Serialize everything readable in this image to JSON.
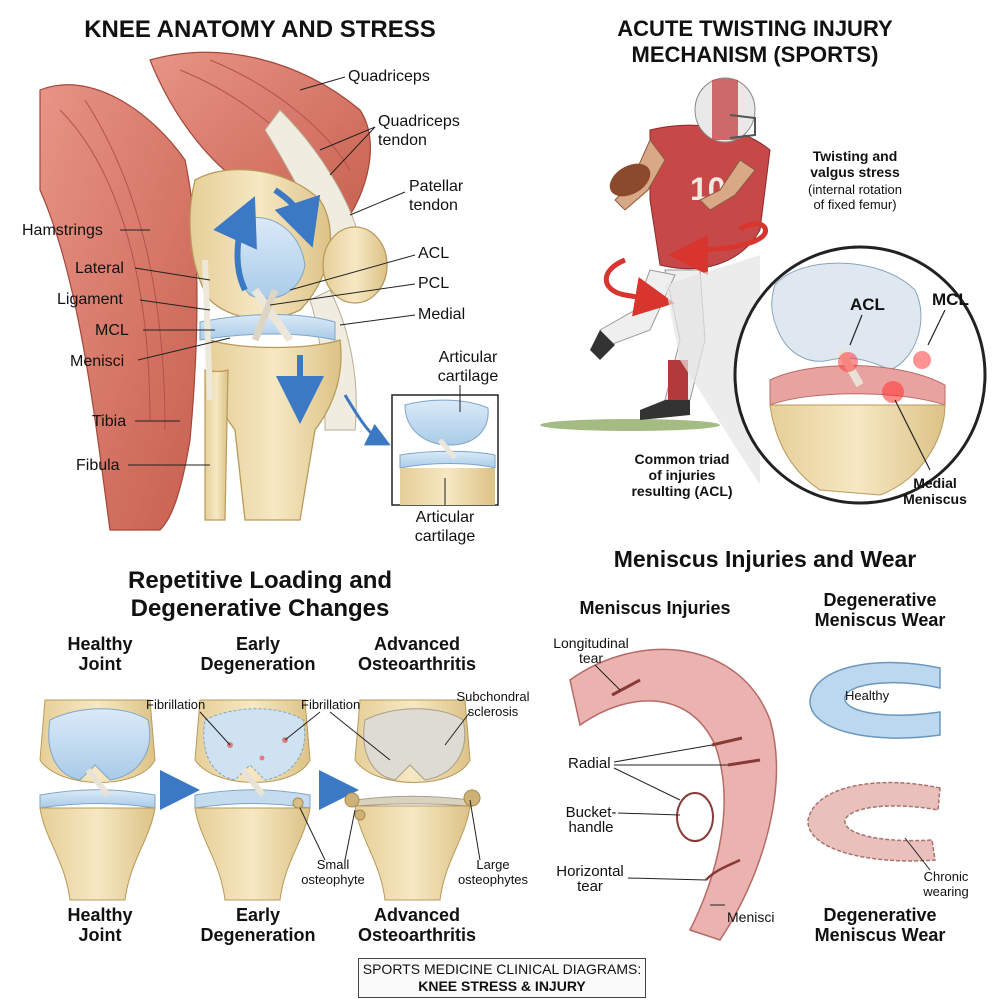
{
  "panel_anatomy": {
    "title": "KNEE ANATOMY AND STRESS",
    "labels": {
      "quadriceps": "Quadriceps",
      "quad_tendon": "Quadriceps\ntendon",
      "patellar_tendon": "Patellar\ntendon",
      "hamstrings": "Hamstrings",
      "acl": "ACL",
      "pcl": "PCL",
      "lateral": "Lateral",
      "ligament": "Ligament",
      "medial": "Medial",
      "mcl": "MCL",
      "menisci": "Menisci",
      "cartilage_top": "Articular\ncartilage",
      "tibia": "Tibia",
      "fibula": "Fibula",
      "cartilage_bottom": "Articular\ncartilage"
    }
  },
  "panel_twisting": {
    "title": "ACUTE TWISTING INJURY\nMECHANISM (SPORTS)",
    "jersey_number": "10",
    "stress_bold": "Twisting and\nvalgus stress",
    "stress_note": "(internal rotation\nof fixed femur)",
    "acl": "ACL",
    "mcl": "MCL",
    "medial_meniscus": "Medial\nMeniscus",
    "triad": "Common triad\nof injuries\nresulting (ACL)"
  },
  "panel_degenerative": {
    "title": "Repetitive Loading and\nDegenerative Changes",
    "stages_top": [
      "Healthy\nJoint",
      "Early\nDegeneration",
      "Advanced\nOsteoarthritis"
    ],
    "stages_bottom": [
      "Healthy\nJoint",
      "Early\nDegeneration",
      "Advanced\nOsteoarthritis"
    ],
    "fibrillation_1": "Fibrillation",
    "fibrillation_2": "Fibrillation",
    "subchondral": "Subchondral\nsclerosis",
    "small_osteophyte": "Small\nosteophyte",
    "large_osteophytes": "Large\nosteophytes"
  },
  "panel_meniscus": {
    "title": "Meniscus Injuries and Wear",
    "injuries_title": "Meniscus Injuries",
    "wear_title": "Degenerative\nMeniscus Wear",
    "longitudinal": "Longitudinal\ntear",
    "radial": "Radial",
    "bucket": "Bucket-\nhandle",
    "horizontal": "Horizontal\ntear",
    "menisci": "Menisci",
    "healthy": "Healthy",
    "chronic": "Chronic\nwearing",
    "wear_bottom": "Degenerative\nMeniscus Wear"
  },
  "footer": {
    "line1": "SPORTS MEDICINE CLINICAL DIAGRAMS:",
    "line2": "KNEE STRESS & INJURY"
  },
  "colors": {
    "muscle": "#d97a6e",
    "bone": "#efdcae",
    "cartilage": "#bcd8ef",
    "arrow_blue": "#3b79c4",
    "arrow_red": "#d8352e",
    "meniscus_pink": "#eab3b0"
  }
}
